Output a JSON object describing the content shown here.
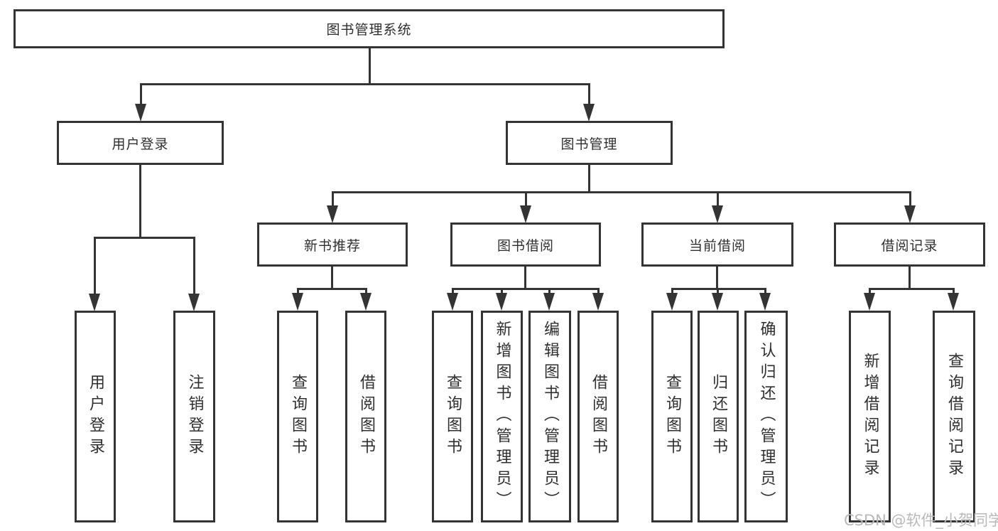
{
  "root": {
    "label": "图书管理系统"
  },
  "branches": {
    "user_login": {
      "label": "用户登录",
      "leaves": [
        {
          "label": "用户登录"
        },
        {
          "label": "注销登录"
        }
      ]
    },
    "book_management": {
      "label": "图书管理",
      "children": [
        {
          "label": "新书推荐",
          "leaves": [
            {
              "label": "查询图书"
            },
            {
              "label": "借阅图书"
            }
          ]
        },
        {
          "label": "图书借阅",
          "leaves": [
            {
              "label": "查询图书"
            },
            {
              "label": "新增图书（管理员）"
            },
            {
              "label": "编辑图书（管理员）"
            },
            {
              "label": "借阅图书"
            }
          ]
        },
        {
          "label": "当前借阅",
          "leaves": [
            {
              "label": "查询图书"
            },
            {
              "label": "归还图书"
            },
            {
              "label": "确认归还（管理员）"
            }
          ]
        },
        {
          "label": "借阅记录",
          "leaves": [
            {
              "label": "新增借阅记录"
            },
            {
              "label": "查询借阅记录"
            }
          ]
        }
      ]
    }
  },
  "watermark": {
    "text": "CSDN @软件_小贺同学"
  },
  "colors": {
    "line": "#343434",
    "text": "#2f2f2f",
    "watermark": "#b9b9b9",
    "background": "#ffffff"
  }
}
